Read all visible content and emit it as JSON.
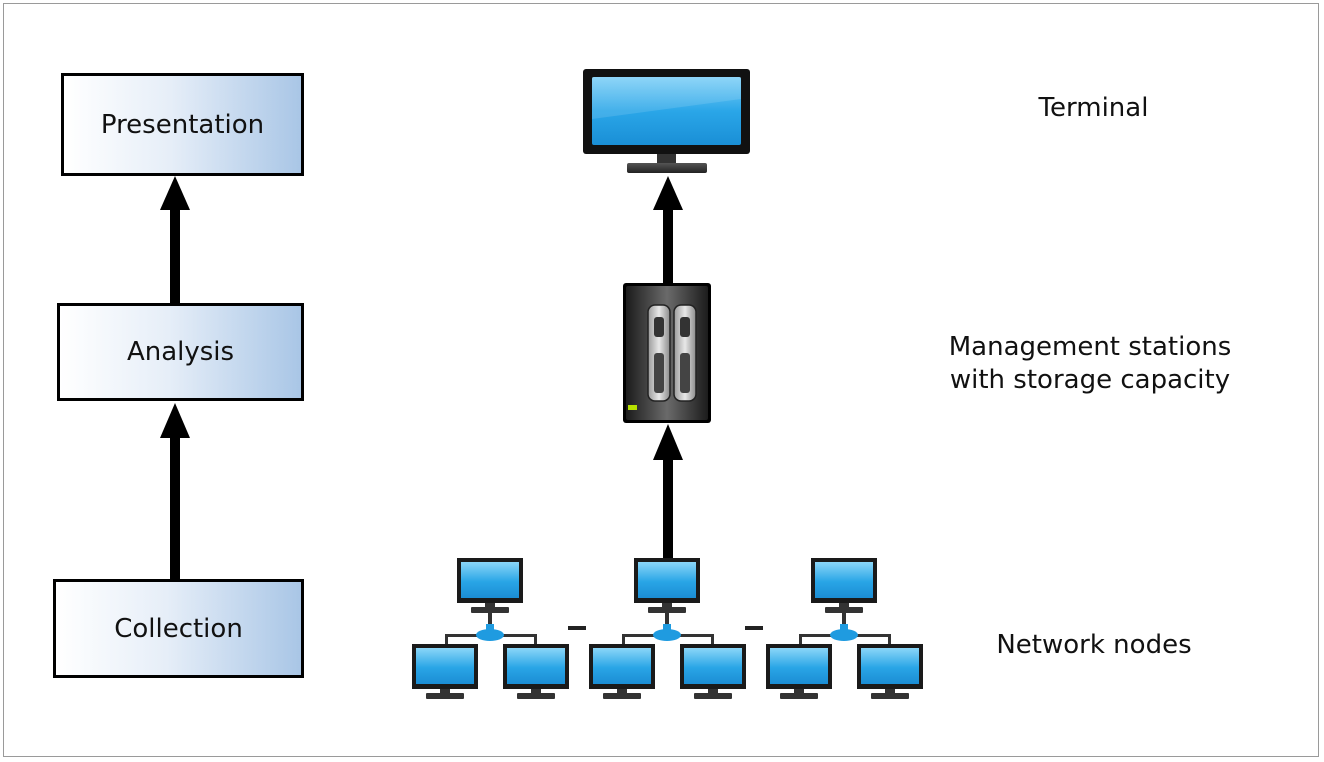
{
  "stages": {
    "presentation": "Presentation",
    "analysis": "Analysis",
    "collection": "Collection"
  },
  "labels": {
    "terminal": "Terminal",
    "management_line1": "Management stations",
    "management_line2": "with storage capacity",
    "network_nodes": "Network nodes"
  },
  "colors": {
    "screen_blue": "#3aa9e6",
    "box_gradient_end": "#a9c6e6",
    "arrow": "#000000"
  },
  "icons": {
    "terminal": "monitor-icon",
    "management": "storage-server-icon",
    "nodes": "network-computer-icon"
  }
}
